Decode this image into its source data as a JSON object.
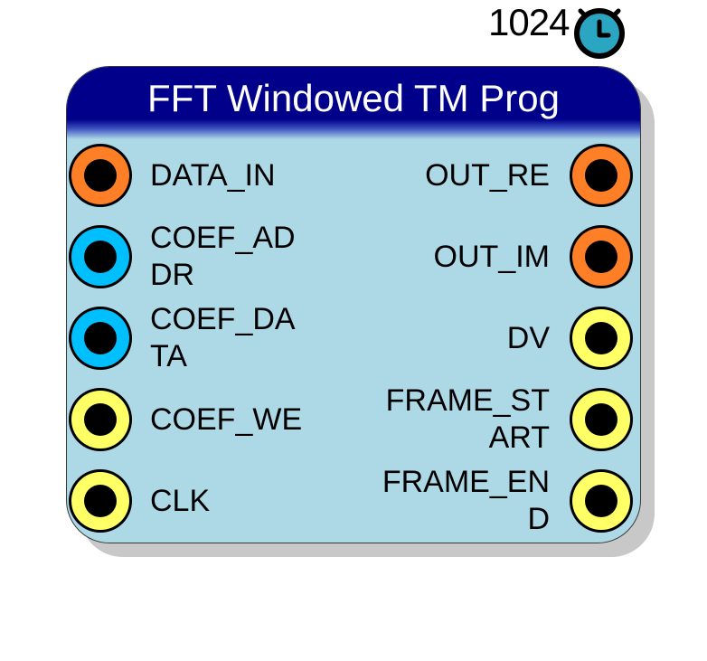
{
  "block": {
    "title": "FFT Windowed TM Prog",
    "rate": "1024",
    "header_color": "#00008b",
    "body_color": "#add8e6"
  },
  "inputs": [
    {
      "name": "DATA_IN",
      "label": "DATA_IN",
      "color": "#ff7f27"
    },
    {
      "name": "COEF_ADDR",
      "label": "COEF_AD\nDR",
      "color": "#00bfff"
    },
    {
      "name": "COEF_DATA",
      "label": "COEF_DA\nTA",
      "color": "#00bfff"
    },
    {
      "name": "COEF_WE",
      "label": "COEF_WE",
      "color": "#ffff66"
    },
    {
      "name": "CLK",
      "label": "CLK",
      "color": "#ffff66"
    }
  ],
  "outputs": [
    {
      "name": "OUT_RE",
      "label": "OUT_RE",
      "color": "#ff7f27"
    },
    {
      "name": "OUT_IM",
      "label": "OUT_IM",
      "color": "#ff7f27"
    },
    {
      "name": "DV",
      "label": "DV",
      "color": "#ffff66"
    },
    {
      "name": "FRAME_START",
      "label": "FRAME_ST\nART",
      "color": "#ffff66"
    },
    {
      "name": "FRAME_END",
      "label": "FRAME_EN\nD",
      "color": "#ffff66"
    }
  ],
  "icons": {
    "rate": "clock-icon",
    "port": "port-connector-icon"
  }
}
